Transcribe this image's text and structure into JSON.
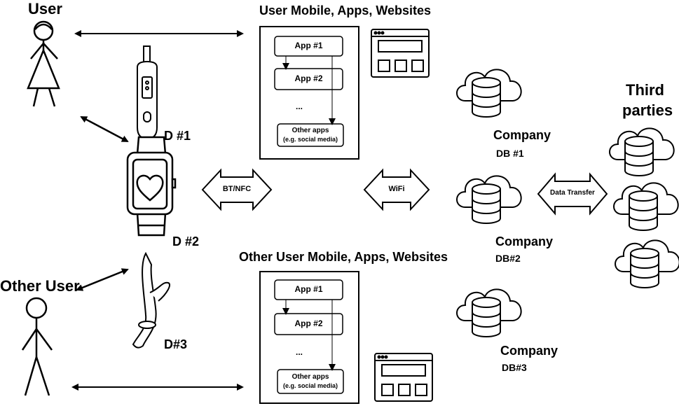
{
  "labels": {
    "user": "User",
    "other_user": "Other User",
    "user_mobile": "User Mobile, Apps, Websites",
    "other_user_mobile": "Other User Mobile, Apps, Websites",
    "d1": "D #1",
    "d2": "D #2",
    "d3": "D#3",
    "third_parties_line1": "Third",
    "third_parties_line2": "parties",
    "company": "Company",
    "db1": "DB #1",
    "db2": "DB#2",
    "db3": "DB#3"
  },
  "arrows": {
    "bt_nfc": "BT/NFC",
    "wifi": "WiFi",
    "data_transfer": "Data Transfer"
  },
  "phone_top": {
    "app1": "App #1",
    "app2": "App #2",
    "ellipsis": "...",
    "other_apps_line1": "Other apps",
    "other_apps_line2": "(e.g. social media)"
  },
  "phone_bottom": {
    "app1": "App #1",
    "app2": "App #2",
    "ellipsis": "...",
    "other_apps_line1": "Other apps",
    "other_apps_line2": "(e.g. social media)"
  }
}
